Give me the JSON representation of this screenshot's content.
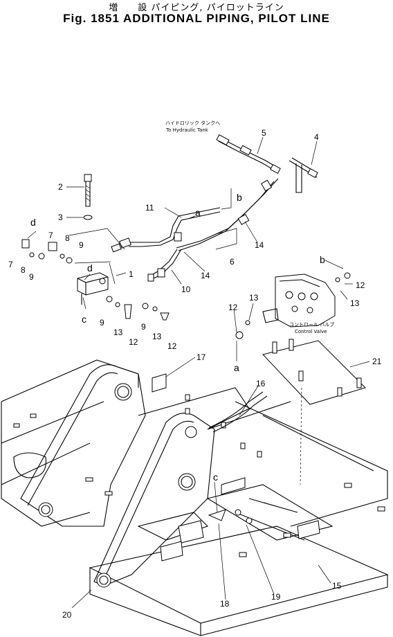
{
  "title": {
    "jp": "増　　設 パイピング, パイロットライン",
    "en": "Fig. 1851 ADDITIONAL PIPING, PILOT LINE"
  },
  "notes": {
    "tank_jp": "ハイドロリック タンクへ",
    "tank_en": "To Hydraulic Tank",
    "valve_jp": "コントロール バルブ",
    "valve_en": "Control Valve"
  },
  "part_numbers": [
    "1",
    "2",
    "3",
    "4",
    "5",
    "6",
    "7",
    "8",
    "9",
    "10",
    "11",
    "12",
    "13",
    "14",
    "15",
    "16",
    "17",
    "18",
    "19",
    "20",
    "21"
  ],
  "letter_callouts": [
    "a",
    "b",
    "c",
    "d"
  ]
}
